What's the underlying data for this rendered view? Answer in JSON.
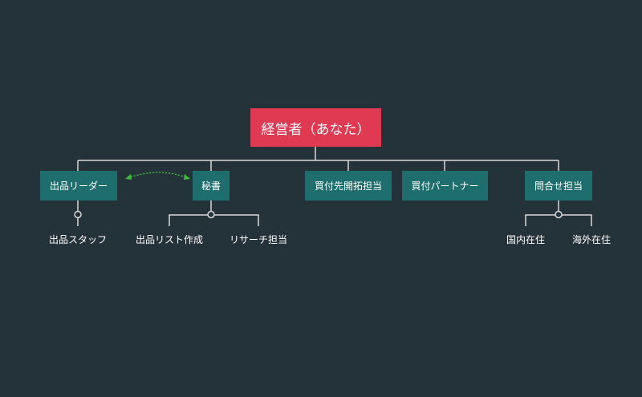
{
  "colors": {
    "background": "#243239",
    "root": "#e03a52",
    "node": "#1e6e6e",
    "connector": "#d9d9d9",
    "relation_arrow": "#3bbf3b"
  },
  "root": {
    "label": "経営者（あなた）"
  },
  "branches": [
    {
      "label": "出品リーダー",
      "children": [
        "出品スタッフ"
      ]
    },
    {
      "label": "秘書",
      "children": [
        "出品リスト作成",
        "リサーチ担当"
      ]
    },
    {
      "label": "買付先開拓担当",
      "children": []
    },
    {
      "label": "買付パートナー",
      "children": []
    },
    {
      "label": "問合せ担当",
      "children": [
        "国内在住",
        "海外在住"
      ]
    }
  ],
  "relations": [
    {
      "from": "出品リーダー",
      "to": "秘書",
      "style": "dotted",
      "direction": "both"
    }
  ]
}
